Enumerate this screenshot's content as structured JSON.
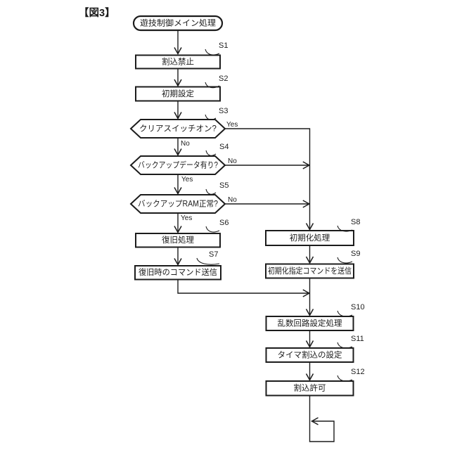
{
  "figure_title": "【図3】",
  "colors": {
    "ink": "#1c1c1c",
    "background": "#ffffff"
  },
  "nodes": {
    "start": {
      "label": "遊技制御メイン処理",
      "type": "terminator"
    },
    "s1": {
      "tag": "S1",
      "label": "割込禁止",
      "type": "process"
    },
    "s2": {
      "tag": "S2",
      "label": "初期設定",
      "type": "process"
    },
    "s3": {
      "tag": "S3",
      "label": "クリアスイッチオン?",
      "type": "decision",
      "branch_right": "Yes",
      "branch_down": "No"
    },
    "s4": {
      "tag": "S4",
      "label": "バックアップデータ有り?",
      "type": "decision",
      "branch_right": "No",
      "branch_down": "Yes"
    },
    "s5": {
      "tag": "S5",
      "label": "バックアップRAM正常?",
      "type": "decision",
      "branch_right": "No",
      "branch_down": "Yes"
    },
    "s6": {
      "tag": "S6",
      "label": "復旧処理",
      "type": "process"
    },
    "s7": {
      "tag": "S7",
      "label": "復旧時のコマンド送信",
      "type": "process"
    },
    "s8": {
      "tag": "S8",
      "label": "初期化処理",
      "type": "process"
    },
    "s9": {
      "tag": "S9",
      "label": "初期化指定コマンドを送信",
      "type": "process"
    },
    "s10": {
      "tag": "S10",
      "label": "乱数回路設定処理",
      "type": "process"
    },
    "s11": {
      "tag": "S11",
      "label": "タイマ割込の設定",
      "type": "process"
    },
    "s12": {
      "tag": "S12",
      "label": "割込許可",
      "type": "process"
    }
  }
}
